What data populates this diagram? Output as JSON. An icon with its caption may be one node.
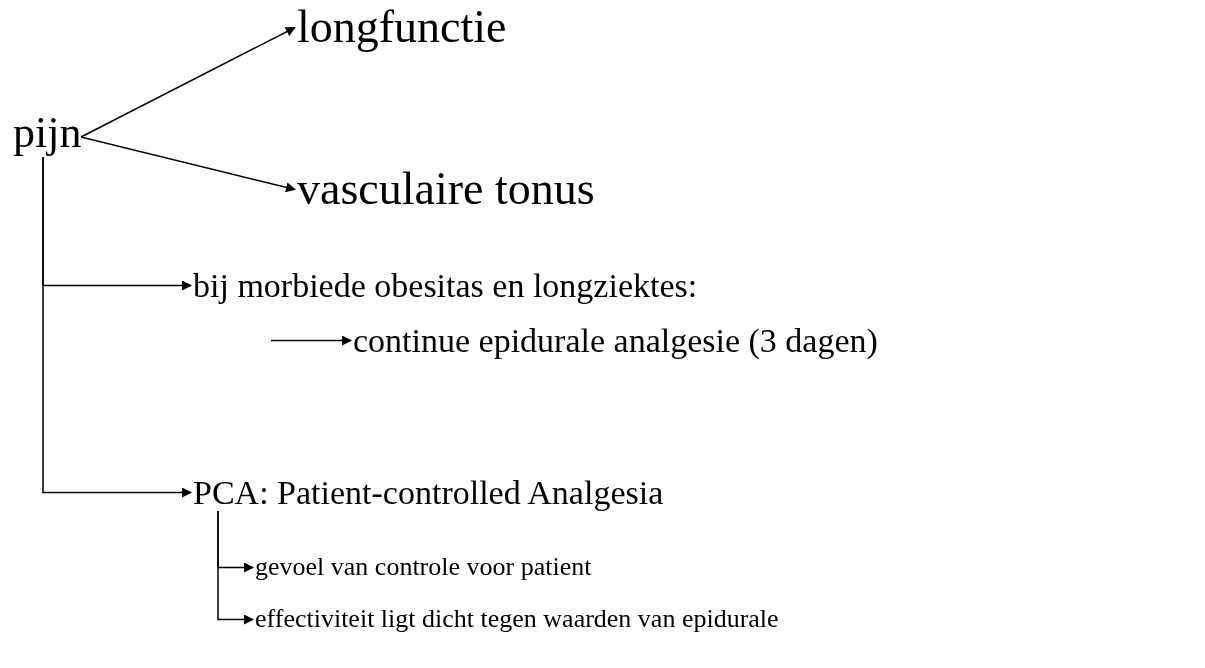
{
  "diagram": {
    "nodes": [
      {
        "text": [
          "pijn"
        ]
      },
      {
        "text": [
          "longfunctie"
        ]
      },
      {
        "text": [
          "vasculaire tonus"
        ]
      },
      {
        "text": [
          "bij morbiede obesitas en longziektes:"
        ]
      },
      {
        "text": [
          "continue epidurale analgesie (3 dagen)"
        ]
      },
      {
        "text": [
          "PCA: Patient-controlled Analgesia"
        ]
      },
      {
        "text": [
          "gevoel van controle voor patient"
        ]
      },
      {
        "text": [
          "effectiviteit ligt dicht tegen waarden van epidurale"
        ]
      }
    ],
    "edges": [
      {
        "from": 0,
        "to": 1,
        "arrow": "to"
      },
      {
        "from": 0,
        "to": 2,
        "arrow": "to"
      },
      {
        "from": 0,
        "to": 3,
        "arrow": "to"
      },
      {
        "from": 0,
        "to": 5,
        "arrow": "to"
      },
      {
        "from": null,
        "to": 4,
        "arrow": "to"
      },
      {
        "from": 5,
        "to": 6,
        "arrow": "to"
      },
      {
        "from": 5,
        "to": 7,
        "arrow": "to"
      }
    ]
  }
}
